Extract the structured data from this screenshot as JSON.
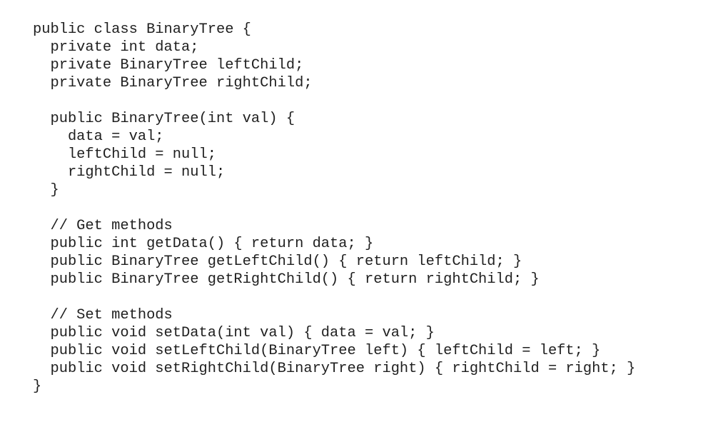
{
  "code": {
    "lines": [
      "public class BinaryTree {",
      "  private int data;",
      "  private BinaryTree leftChild;",
      "  private BinaryTree rightChild;",
      "",
      "  public BinaryTree(int val) {",
      "    data = val;",
      "    leftChild = null;",
      "    rightChild = null;",
      "  }",
      "",
      "  // Get methods",
      "  public int getData() { return data; }",
      "  public BinaryTree getLeftChild() { return leftChild; }",
      "  public BinaryTree getRightChild() { return rightChild; }",
      "",
      "  // Set methods",
      "  public void setData(int val) { data = val; }",
      "  public void setLeftChild(BinaryTree left) { leftChild = left; }",
      "  public void setRightChild(BinaryTree right) { rightChild = right; }",
      "}"
    ]
  }
}
